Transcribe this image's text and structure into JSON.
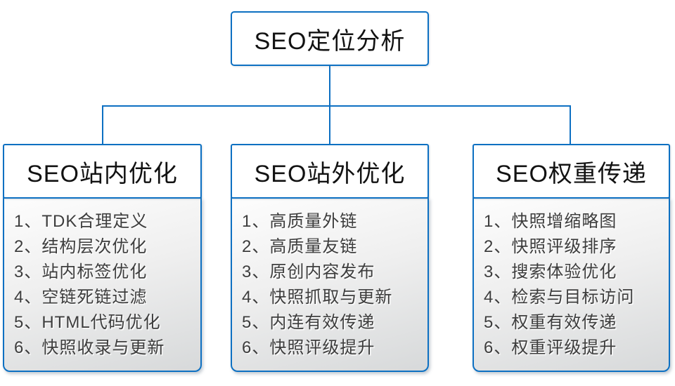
{
  "colors": {
    "accent_blue": "#0d70c2",
    "panel_text": "#3d3d3d",
    "header_text": "#121212"
  },
  "root": {
    "title": "SEO定位分析"
  },
  "columns": [
    {
      "title": "SEO站内优化",
      "items": [
        "1、TDK合理定义",
        "2、结构层次优化",
        "3、站内标签优化",
        "4、空链死链过滤",
        "5、HTML代码优化",
        "6、快照收录与更新"
      ]
    },
    {
      "title": "SEO站外优化",
      "items": [
        "1、高质量外链",
        "2、高质量友链",
        "3、原创内容发布",
        "4、快照抓取与更新",
        "5、内连有效传递",
        "6、快照评级提升"
      ]
    },
    {
      "title": "SEO权重传递",
      "items": [
        "1、快照增缩略图",
        "2、快照评级排序",
        "3、搜索体验优化",
        "4、检索与目标访问",
        "5、权重有效传递",
        "6、权重评级提升"
      ]
    }
  ]
}
